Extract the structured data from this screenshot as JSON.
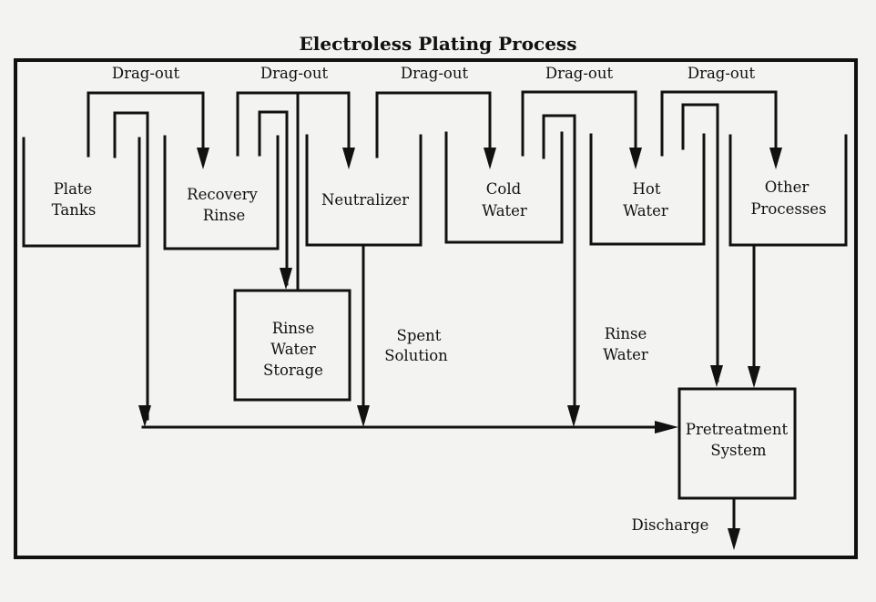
{
  "title": "Electroless Plating Process",
  "tanks": [
    {
      "id": "plate-tanks",
      "lines": [
        "Plate",
        "Tanks"
      ]
    },
    {
      "id": "recovery-rinse",
      "lines": [
        "Recovery",
        "Rinse"
      ]
    },
    {
      "id": "neutralizer",
      "lines": [
        "Neutralizer"
      ]
    },
    {
      "id": "cold-water",
      "lines": [
        "Cold",
        "Water"
      ]
    },
    {
      "id": "hot-water",
      "lines": [
        "Hot",
        "Water"
      ]
    },
    {
      "id": "other-processes",
      "lines": [
        "Other",
        "Processes"
      ]
    }
  ],
  "drag_out_labels": [
    "Drag-out",
    "Drag-out",
    "Drag-out",
    "Drag-out",
    "Drag-out"
  ],
  "boxes": {
    "rinse_water_storage": [
      "Rinse",
      "Water",
      "Storage"
    ],
    "pretreatment_system": [
      "Pretreatment",
      "System"
    ]
  },
  "flow_labels": {
    "spent_solution": [
      "Spent",
      "Solution"
    ],
    "rinse_water": [
      "Rinse",
      "Water"
    ],
    "discharge": "Discharge"
  },
  "edges": [
    {
      "from": "plate-tanks",
      "to": "recovery-rinse",
      "label": "Drag-out"
    },
    {
      "from": "recovery-rinse",
      "to": "neutralizer",
      "label": "Drag-out"
    },
    {
      "from": "neutralizer",
      "to": "cold-water",
      "label": "Drag-out"
    },
    {
      "from": "cold-water",
      "to": "hot-water",
      "label": "Drag-out"
    },
    {
      "from": "hot-water",
      "to": "other-processes",
      "label": "Drag-out"
    },
    {
      "from": "plate-tanks",
      "to": "pretreatment-system",
      "label": ""
    },
    {
      "from": "recovery-rinse",
      "to": "rinse-water-storage",
      "label": ""
    },
    {
      "from": "rinse-water-storage",
      "to": "recovery-rinse",
      "label": ""
    },
    {
      "from": "neutralizer",
      "to": "pretreatment-system",
      "label": "Spent Solution"
    },
    {
      "from": "cold-water",
      "to": "pretreatment-system",
      "label": "Rinse Water"
    },
    {
      "from": "hot-water",
      "to": "pretreatment-system",
      "label": ""
    },
    {
      "from": "other-processes",
      "to": "pretreatment-system",
      "label": ""
    },
    {
      "from": "pretreatment-system",
      "to": "discharge",
      "label": "Discharge"
    }
  ]
}
